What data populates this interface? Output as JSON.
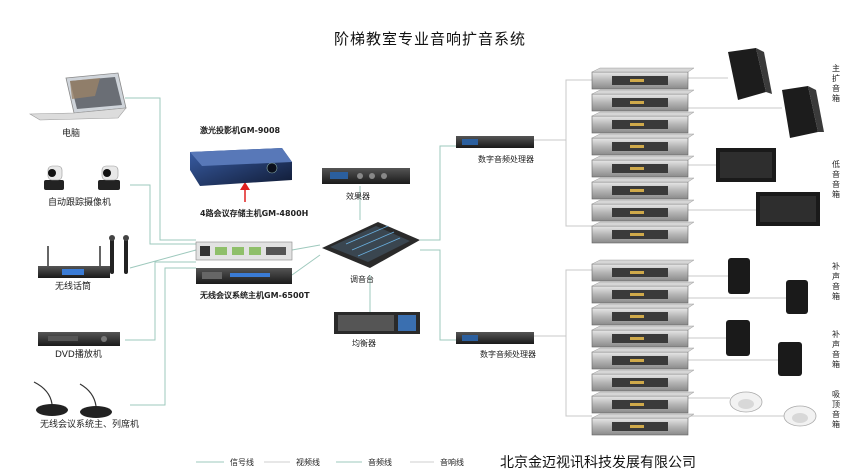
{
  "title": "阶梯教室专业音响扩音系统",
  "company": "北京金迈视讯科技发展有限公司",
  "sources": [
    {
      "label": "电脑"
    },
    {
      "label": "自动跟踪摄像机"
    },
    {
      "label": "无线话筒"
    },
    {
      "label": "DVD播放机"
    },
    {
      "label": "无线会议系统主、列席机"
    }
  ],
  "center": {
    "projector": "激光投影机GM-9008",
    "recorder": "4路会议存储主机GM-4800H",
    "conference_host": "无线会议系统主机GM-6500T",
    "effects": "效果器",
    "mixer": "调音台",
    "equalizer": "均衡器"
  },
  "processors": {
    "upper": "数字音频处理器",
    "lower": "数字音频处理器"
  },
  "speaker_groups": [
    {
      "label": "主扩音箱"
    },
    {
      "label": "低音音箱"
    },
    {
      "label": "补声音箱"
    },
    {
      "label": "补声音箱"
    },
    {
      "label": "吸顶音箱"
    }
  ],
  "legend": [
    {
      "label": "信号线",
      "color": "#9ec9bd"
    },
    {
      "label": "视频线",
      "color": "#cfcfcf"
    },
    {
      "label": "音频线",
      "color": "#9ec9bd"
    },
    {
      "label": "音响线",
      "color": "#cfcfcf"
    }
  ],
  "colors": {
    "signal_line": "#9ec9bd",
    "speaker_line": "#c8c8c8",
    "arrow": "#e02020",
    "rack": "#3a3a3a"
  }
}
